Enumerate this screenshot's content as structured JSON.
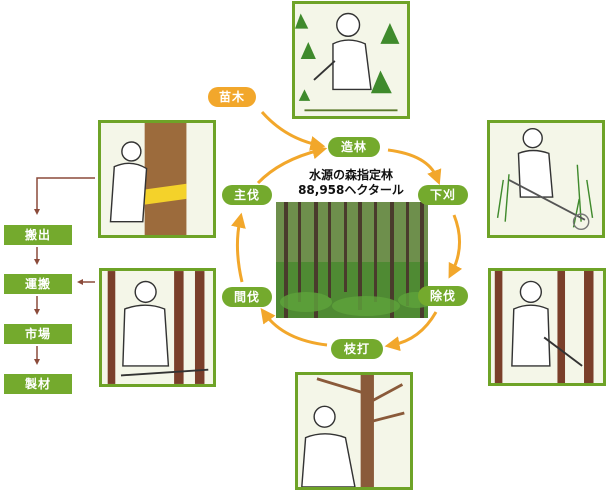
{
  "center": {
    "title_line1": "水源の森指定林",
    "title_line2": "88,958ヘクタール"
  },
  "cycle": {
    "seedling": "苗木",
    "planting": "造林",
    "weeding": "下刈",
    "cleaning": "除伐",
    "pruning": "枝打",
    "thinning": "間伐",
    "final_cutting": "主伐"
  },
  "side_flow": [
    "搬出",
    "運搬",
    "市場",
    "製材"
  ],
  "colors": {
    "green": "#74aa2d",
    "orange": "#f2a72b",
    "brown_arrow": "#8b4a3a",
    "frame": "#6ea327"
  }
}
